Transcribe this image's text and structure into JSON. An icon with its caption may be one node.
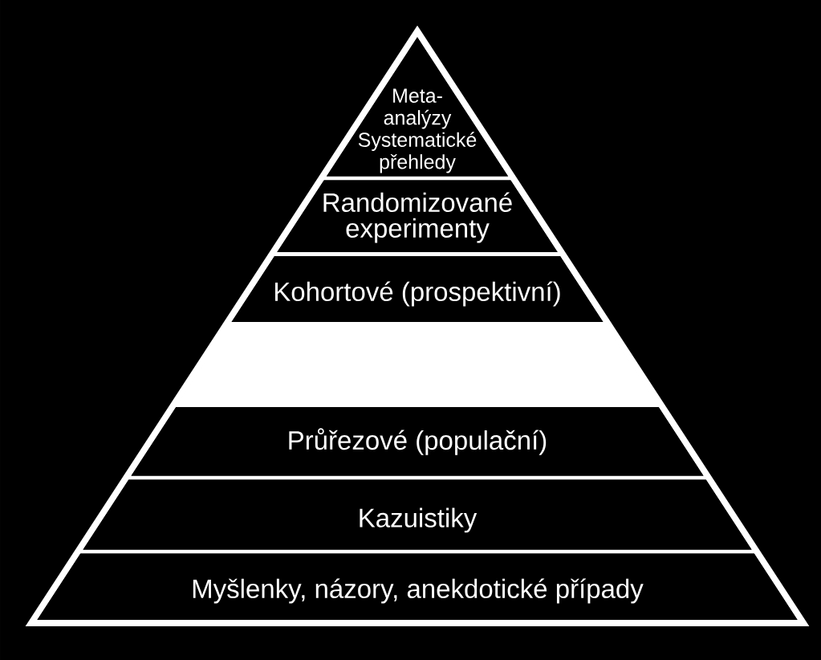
{
  "diagram": {
    "nodes": [
      {
        "text": [
          "Meta-analýzy",
          "Systematické přehledy"
        ]
      },
      {
        "text": [
          "Randomizované experimenty"
        ]
      },
      {
        "text": [
          "Kohortové (prospektivní)"
        ]
      },
      {
        "text": [],
        "shape": "trapezoid"
      },
      {
        "text": [
          "Průřezové (populační)"
        ]
      },
      {
        "text": [
          "Kazuistiky"
        ]
      },
      {
        "text": [
          "Myšlenky, názory, anekdotické případy"
        ]
      }
    ]
  }
}
